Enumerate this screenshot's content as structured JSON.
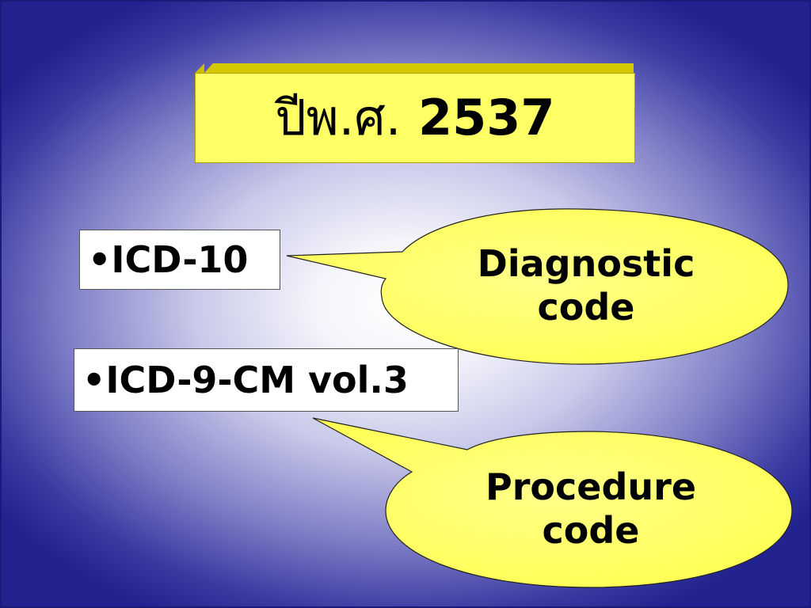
{
  "title": {
    "thai": "ปีพ.ศ.",
    "year": "2537"
  },
  "items": [
    {
      "label": "•ICD-10"
    },
    {
      "label": "•ICD-9-CM vol.3"
    }
  ],
  "callouts": [
    {
      "line1": "Diagnostic",
      "line2": "code"
    },
    {
      "line1": "Procedure",
      "line2": "code"
    }
  ],
  "colors": {
    "callout_fill": "#ffff66",
    "title_fill": "#ffff66",
    "background_edge": "#23238f",
    "background_center": "#ffffff"
  }
}
